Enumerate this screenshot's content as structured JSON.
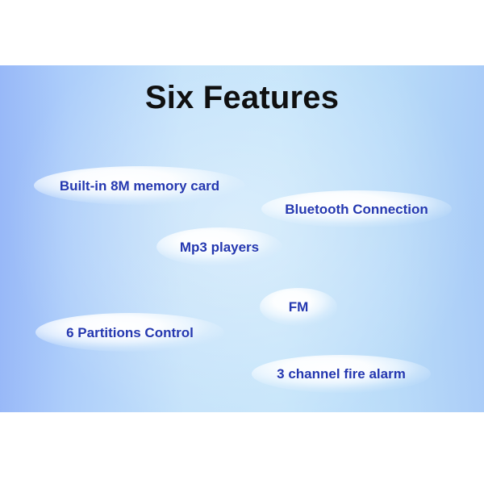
{
  "slide": {
    "title": "Six Features",
    "title_color": "#101010",
    "background_colors": {
      "panel_top": "#bfe4fa",
      "panel_mid": "#b4ddf8",
      "panel_edge_blue": "#96b6f8",
      "outer_margin": "#ffffff"
    },
    "label_color": "#2438b0",
    "bubble_fill": "#ffffff"
  },
  "features": [
    {
      "id": "memory",
      "label": "Built-in 8M memory card"
    },
    {
      "id": "bluetooth",
      "label": "Bluetooth Connection"
    },
    {
      "id": "mp3",
      "label": "Mp3 players"
    },
    {
      "id": "fm",
      "label": "FM"
    },
    {
      "id": "partitions",
      "label": "6 Partitions Control"
    },
    {
      "id": "fire",
      "label": "3 channel fire alarm"
    }
  ]
}
